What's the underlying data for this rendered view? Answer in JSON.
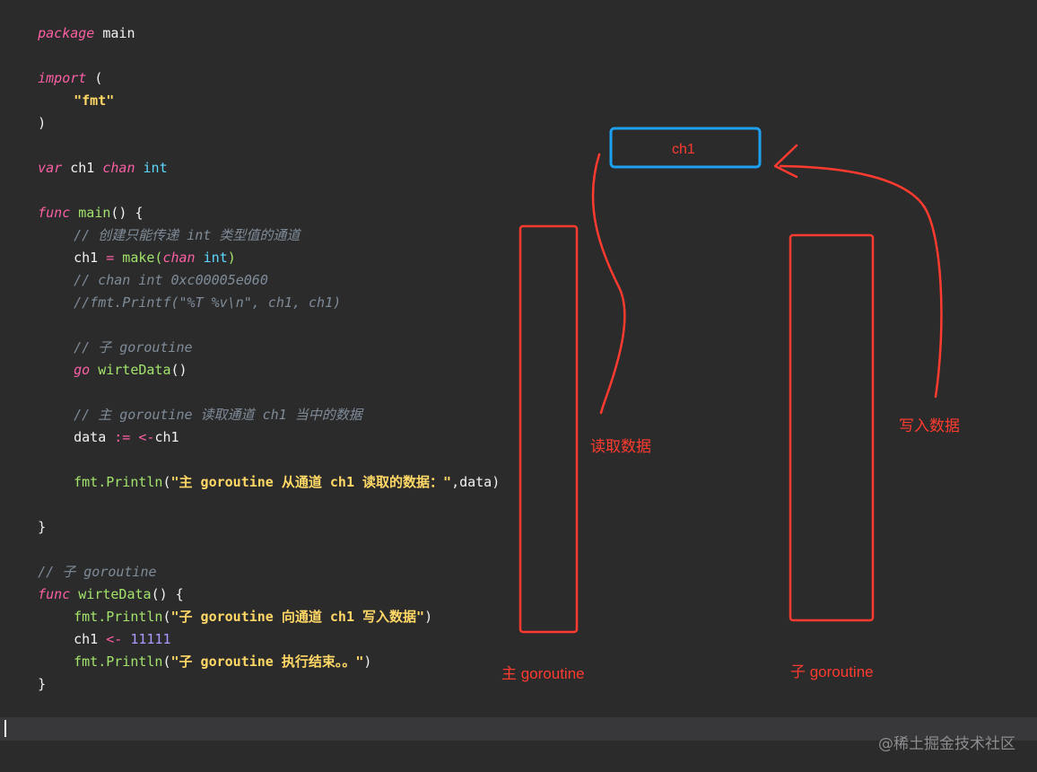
{
  "code": {
    "l1": {
      "kw": "package",
      "rest": " main"
    },
    "l3": {
      "kw": "import",
      "rest": " ("
    },
    "l4": "\"fmt\"",
    "l5": ")",
    "l7": {
      "kw1": "var",
      "mid": " ch1 ",
      "kw2": "chan",
      "type": "int"
    },
    "l9": {
      "kw": "func",
      "fn": "main",
      "rest": "() {"
    },
    "l10": "// 创建只能传递 int 类型值的通道",
    "l11": {
      "a": "ch1 ",
      "op": "=",
      "fn": " make(",
      "kw": "chan",
      "type": " int",
      "b": ")"
    },
    "l12": "// chan int 0xc00005e060",
    "l13": "//fmt.Printf(\"%T %v\\n\", ch1, ch1)",
    "l15": "// 子 goroutine",
    "l16": {
      "kw": "go",
      "fn": " wirteData",
      "rest": "()"
    },
    "l18": "// 主 goroutine 读取通道 ch1 当中的数据",
    "l19": {
      "a": "data ",
      "op": ":=",
      "op2": " <-",
      "b": "ch1"
    },
    "l21": {
      "pkg": "fmt.",
      "fn": "Println",
      "p1": "(",
      "str": "\"主 goroutine 从通道 ch1 读取的数据：\"",
      "rest": ",data)"
    },
    "l23": "}",
    "l25": "// 子 goroutine",
    "l26": {
      "kw": "func",
      "fn": " wirteData",
      "rest": "() {"
    },
    "l27": {
      "pkg": "fmt.",
      "fn": "Println",
      "p1": "(",
      "str": "\"子 goroutine 向通道 ch1 写入数据\"",
      "rest": ")"
    },
    "l28": {
      "a": "ch1 ",
      "op": "<-",
      "num": " 11111"
    },
    "l29": {
      "pkg": "fmt.",
      "fn": "Println",
      "p1": "(",
      "str": "\"子 goroutine 执行结束。。\"",
      "rest": ")"
    },
    "l30": "}"
  },
  "annotations": {
    "channel_label": "ch1",
    "read_label": "读取数据",
    "write_label": "写入数据",
    "main_goroutine_label": "主 goroutine",
    "child_goroutine_label": "子 goroutine"
  },
  "watermark": "@稀土掘金技术社区",
  "colors": {
    "background": "#2b2b2c",
    "annotation_red": "#ff3b2f",
    "channel_box_blue": "#1ea0f0"
  }
}
